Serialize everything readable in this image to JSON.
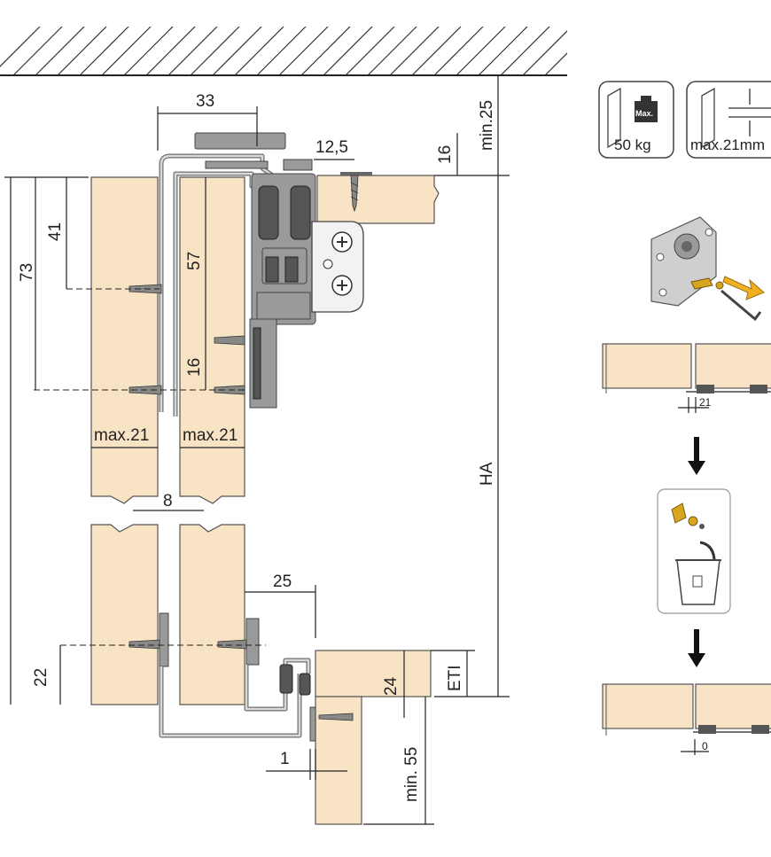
{
  "diagram": {
    "dimensions": {
      "d33": "33",
      "min25": "min.25",
      "d12_5": "12,5",
      "d16_top": "16",
      "d73": "73",
      "d41": "41",
      "d57": "57",
      "d16_mid": "16",
      "max21_left": "max.21",
      "max21_right": "max.21",
      "d8": "8",
      "HA": "HA",
      "d25": "25",
      "d22": "22",
      "d24": "24",
      "ETI": "ETI",
      "min55": "min. 55",
      "d1": "1"
    },
    "badges": {
      "weight_label": "Max.",
      "weight": "50 kg",
      "thickness": "max.21mm"
    },
    "steps": {
      "gap_21": "21",
      "gap_0": "0"
    }
  }
}
